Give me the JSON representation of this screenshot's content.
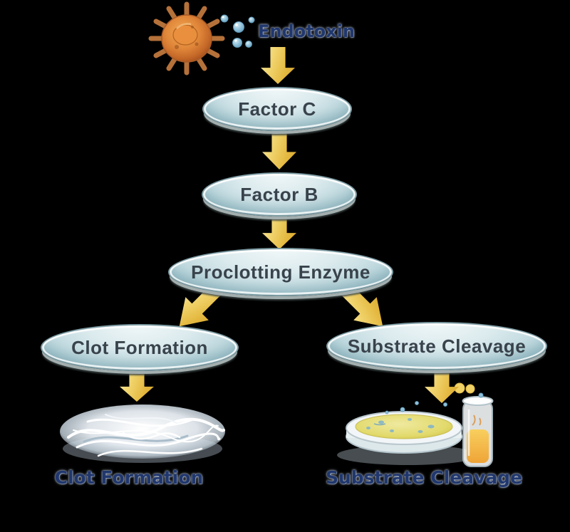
{
  "endotoxin": {
    "label": "Endotoxin"
  },
  "nodes": [
    {
      "id": "factor-c",
      "label": "Factor C"
    },
    {
      "id": "factor-b",
      "label": "Factor B"
    },
    {
      "id": "proclotting-enzyme",
      "label": "Proclotting Enzyme"
    },
    {
      "id": "clot-formation",
      "label": "Clot Formation"
    },
    {
      "id": "substrate-cleavage",
      "label": "Substrate Cleavage"
    }
  ],
  "results": [
    {
      "id": "clot-formation-result",
      "label": "Clot Formation",
      "illustration": "fibrin-clot"
    },
    {
      "id": "substrate-cleavage-result",
      "label": "Substrate Cleavage",
      "illustration": "petri-dish-and-test-tube"
    }
  ],
  "arrows": [
    {
      "from": "endotoxin",
      "to": "factor-c",
      "direction": "down"
    },
    {
      "from": "factor-c",
      "to": "factor-b",
      "direction": "down"
    },
    {
      "from": "factor-b",
      "to": "proclotting-enzyme",
      "direction": "down"
    },
    {
      "from": "proclotting-enzyme",
      "to": "clot-formation",
      "direction": "down-left"
    },
    {
      "from": "proclotting-enzyme",
      "to": "substrate-cleavage",
      "direction": "down-right"
    },
    {
      "from": "clot-formation",
      "to": "clot-formation-result",
      "direction": "down"
    },
    {
      "from": "substrate-cleavage",
      "to": "substrate-cleavage-result",
      "direction": "down"
    }
  ],
  "colors": {
    "background": "#000000",
    "arrow_gold_light": "#f8e9a8",
    "arrow_gold_dark": "#d7a32c",
    "ellipse_fill_light": "#f2f8f9",
    "ellipse_fill_dark": "#9cc1cb",
    "ellipse_rim": "#7c9ba3",
    "node_text": "#39434c",
    "headline_text": "#20376e",
    "cell_orange": "#d77a33",
    "bubble_blue": "#79b4d2",
    "agar_yellow": "#ded760",
    "liquid_orange": "#f0a83a"
  }
}
